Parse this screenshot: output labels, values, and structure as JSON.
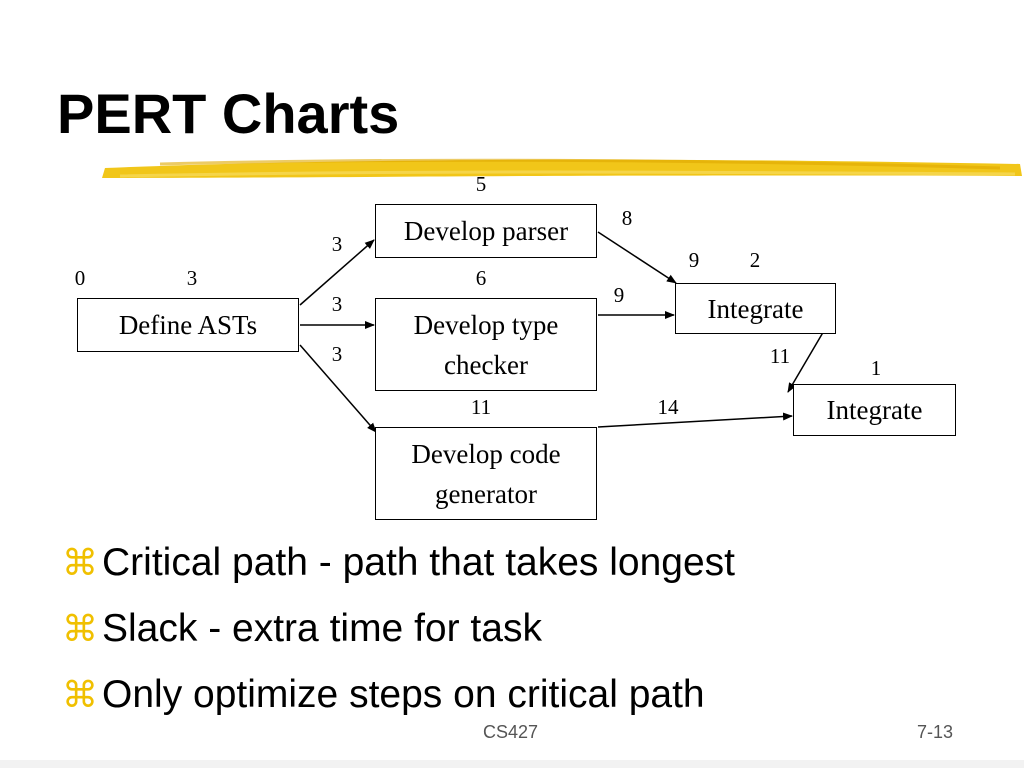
{
  "slide": {
    "title": "PERT Charts",
    "accent_color": "#f0c000"
  },
  "diagram": {
    "nodes": [
      {
        "label": "Define ASTs"
      },
      {
        "label": "Develop parser"
      },
      {
        "label": "Develop type\nchecker"
      },
      {
        "label": "Develop code\ngenerator"
      },
      {
        "label": "Integrate"
      },
      {
        "label": "Integrate"
      }
    ],
    "numbers": [
      "0",
      "3",
      "5",
      "3",
      "8",
      "6",
      "3",
      "9",
      "9",
      "2",
      "3",
      "11",
      "1",
      "11",
      "14"
    ]
  },
  "bullets": [
    {
      "icon": "z-bullet-icon",
      "text": "Critical path - path that takes longest"
    },
    {
      "icon": "z-bullet-icon",
      "text": "Slack - extra time for task"
    },
    {
      "icon": "z-bullet-icon",
      "text": "Only optimize steps on critical path"
    }
  ],
  "footer": {
    "course": "CS427",
    "page": "7-13"
  }
}
